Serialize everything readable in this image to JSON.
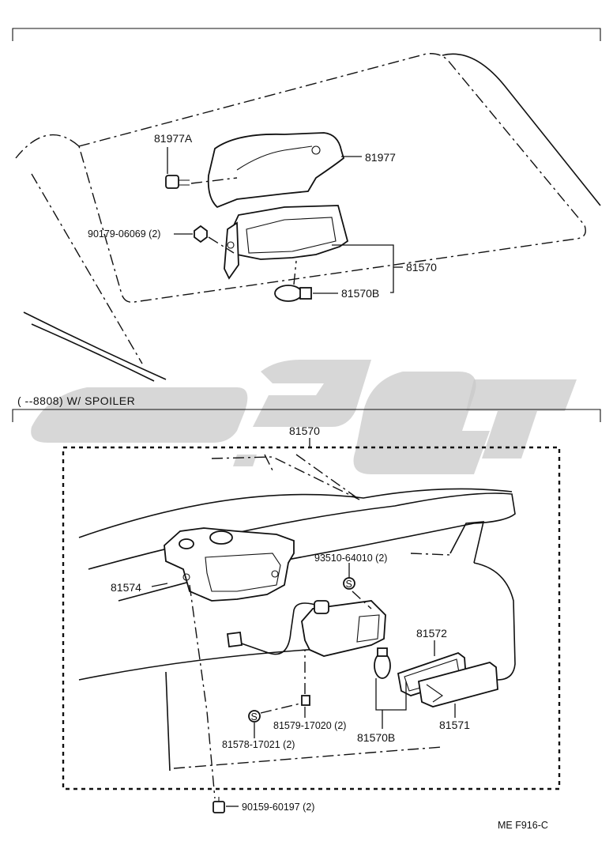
{
  "top_section": {
    "labels": {
      "bracket_bolt": "81977A",
      "cover": "81977",
      "nut": "90179-06069 (2)",
      "lamp_assy": "81570",
      "bulb": "81570B"
    }
  },
  "bottom_section": {
    "heading": "(       --8808) W/ SPOILER",
    "labels": {
      "lamp_assy": "81570",
      "housing": "81574",
      "screw": "93510-64010 (2)",
      "gasket": "81572",
      "lens": "81571",
      "clip": "81579-17020 (2)",
      "bulb": "81570B",
      "washer": "81578-17021 (2)",
      "bolt": "90159-60197 (2)",
      "screw_marker": "S",
      "washer_marker": "S"
    }
  },
  "footer": {
    "code": "ME  F916-C"
  }
}
